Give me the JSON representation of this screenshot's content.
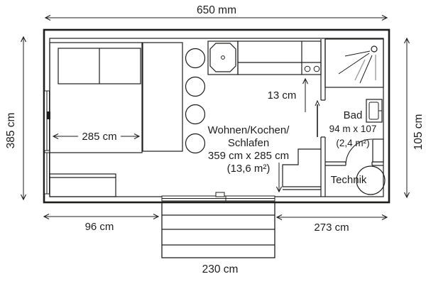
{
  "plan": {
    "dimensions": {
      "overall_width": "650 mm",
      "overall_depth_left": "385 cm",
      "overall_depth_right": "105 cm",
      "bed_area_width": "285 cm",
      "counter_depth": "13 cm",
      "bottom_left_width": "96 cm",
      "bottom_right_width": "273 cm",
      "steps_width": "230 cm"
    },
    "rooms": {
      "living": {
        "label_line1": "Wohnen/Kochen/",
        "label_line2": "Schlafen",
        "size": "359 cm x 285 cm",
        "area": "(13,6 m²)"
      },
      "bathroom": {
        "label": "Bad",
        "size": "94 m x 107",
        "area": "(2,4 m²)"
      },
      "utility": {
        "label": "Technik"
      }
    },
    "colors": {
      "ink": "#1d1d1b",
      "water_gray": "#9c9c9b",
      "background": "#ffffff"
    }
  }
}
